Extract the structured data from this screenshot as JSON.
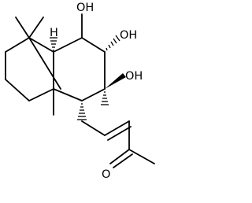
{
  "structure": {
    "labels": {
      "oh_c1": "OH",
      "oh_c2": "OH",
      "oh_c3": "OH",
      "h_c8a": "H",
      "o_ketone": "O"
    },
    "colors": {
      "ink": "#000000",
      "background": "#ffffff"
    }
  }
}
